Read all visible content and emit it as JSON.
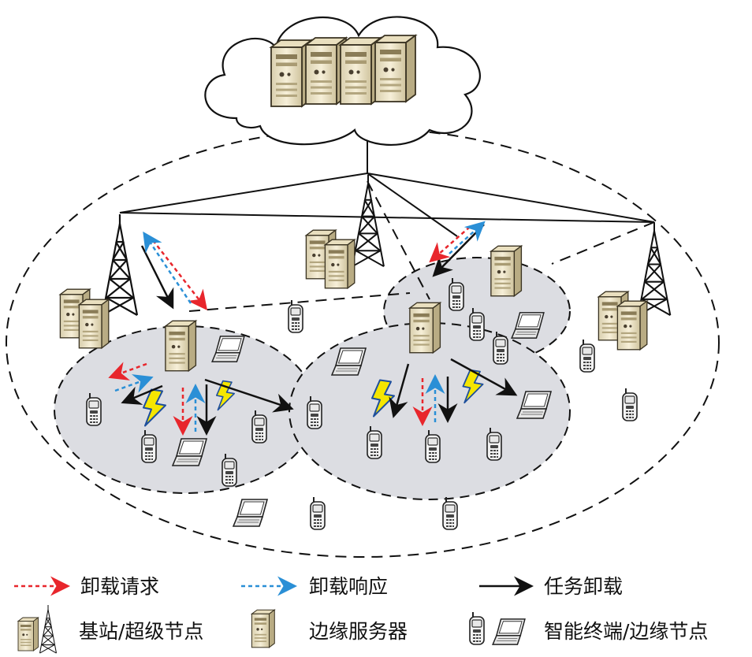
{
  "legend": {
    "offload_request": "卸载请求",
    "offload_response": "卸载响应",
    "task_offload": "任务卸载",
    "base_station": "基站/超级节点",
    "edge_server": "边缘服务器",
    "terminal": "智能终端/边缘节点"
  },
  "colors": {
    "request": "#e8262c",
    "response": "#2a8fd6",
    "task": "#111111",
    "cluster_fill": "#dcdde2",
    "bolt_fill": "#f5e600",
    "bolt_stroke": "#1e4f9c",
    "server_body": "#efe6c8"
  },
  "icons": [
    "cloud-icon",
    "server-icon",
    "tower-icon",
    "phone-icon",
    "laptop-icon",
    "lightning-icon"
  ]
}
